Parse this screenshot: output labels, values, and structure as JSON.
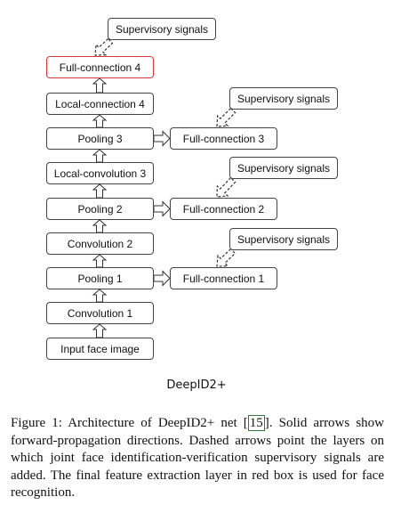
{
  "diagram": {
    "left_column": [
      "Supervisory signals",
      "Full-connection 4",
      "Local-connection 4",
      "Pooling 3",
      "Local-convolution 3",
      "Pooling 2",
      "Convolution 2",
      "Pooling 1",
      "Convolution 1",
      "Input face image"
    ],
    "right_column": [
      {
        "supervisory": "Supervisory signals",
        "fc": "Full-connection 3"
      },
      {
        "supervisory": "Supervisory signals",
        "fc": "Full-connection 2"
      },
      {
        "supervisory": "Supervisory signals",
        "fc": "Full-connection 1"
      }
    ],
    "highlight_color": "#d9383a",
    "title": "DeepID2+"
  },
  "caption": {
    "prefix": "Figure 1: Architecture of DeepID2+ net [",
    "ref": "15",
    "suffix": "]. Solid arrows show forward-propagation directions. Dashed arrows point the layers on which joint face identification-verification supervisory signals are added. The final feature extraction layer in red box is used for face recognition."
  }
}
